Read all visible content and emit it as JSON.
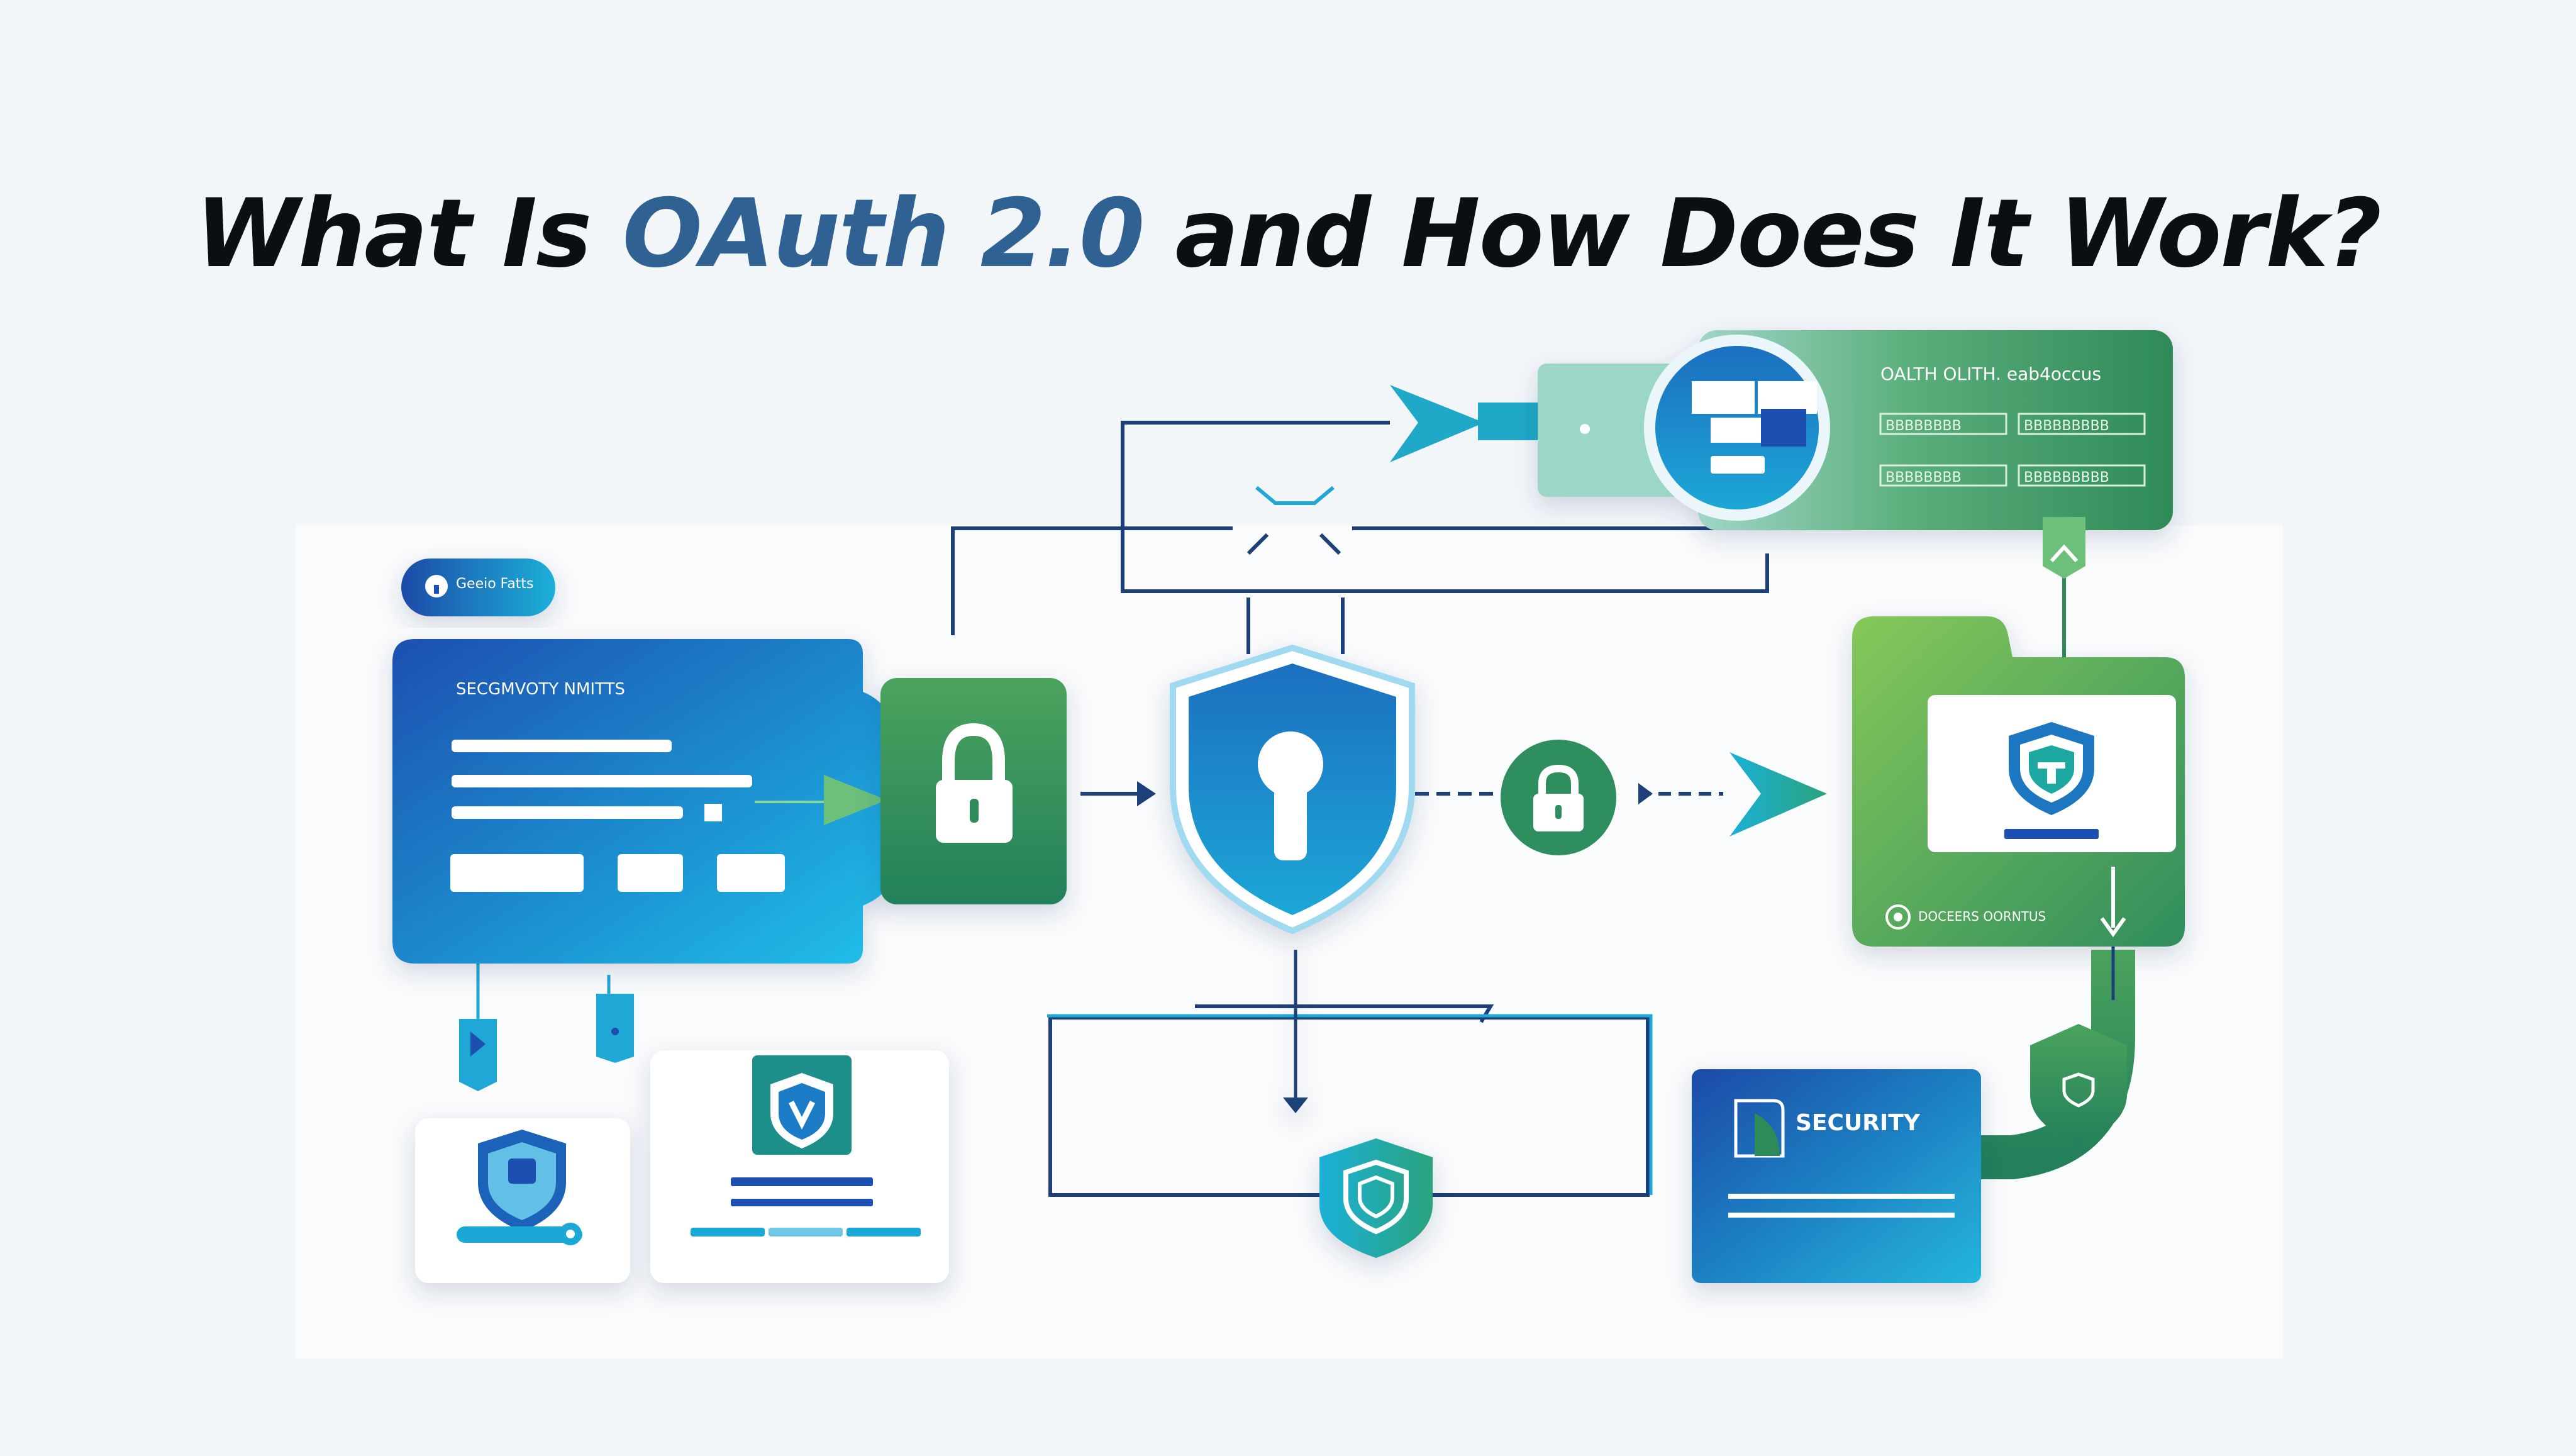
{
  "title": {
    "prefix": "What Is ",
    "highlight": "OAuth 2.0",
    "suffix": " and How Does It Work?"
  },
  "labels": {
    "pill": "Geeio Fatts",
    "client_card": "SECGMVOTY NMITTS",
    "server_card_title": "OALTH OLITH. eab4occus",
    "server_card_row1a": "BBBBBBBB",
    "server_card_row1b": "BBBBBBBBB",
    "server_card_row2a": "BBBBBBBB",
    "server_card_row2b": "BBBBBBBBB",
    "resource_card_caption": "DOCEERS OORNTUS",
    "security_card": "SECURITY"
  },
  "colors": {
    "title_accent": "#2f6292",
    "blue_dark": "#1d4fb0",
    "blue_light": "#20b4e0",
    "green_dark": "#2e8a58",
    "green_light": "#7cc458",
    "teal": "#1a8f8a"
  },
  "icons": [
    "shield-keyhole-icon",
    "padlock-icon",
    "shield-icon",
    "arrow-icon"
  ]
}
